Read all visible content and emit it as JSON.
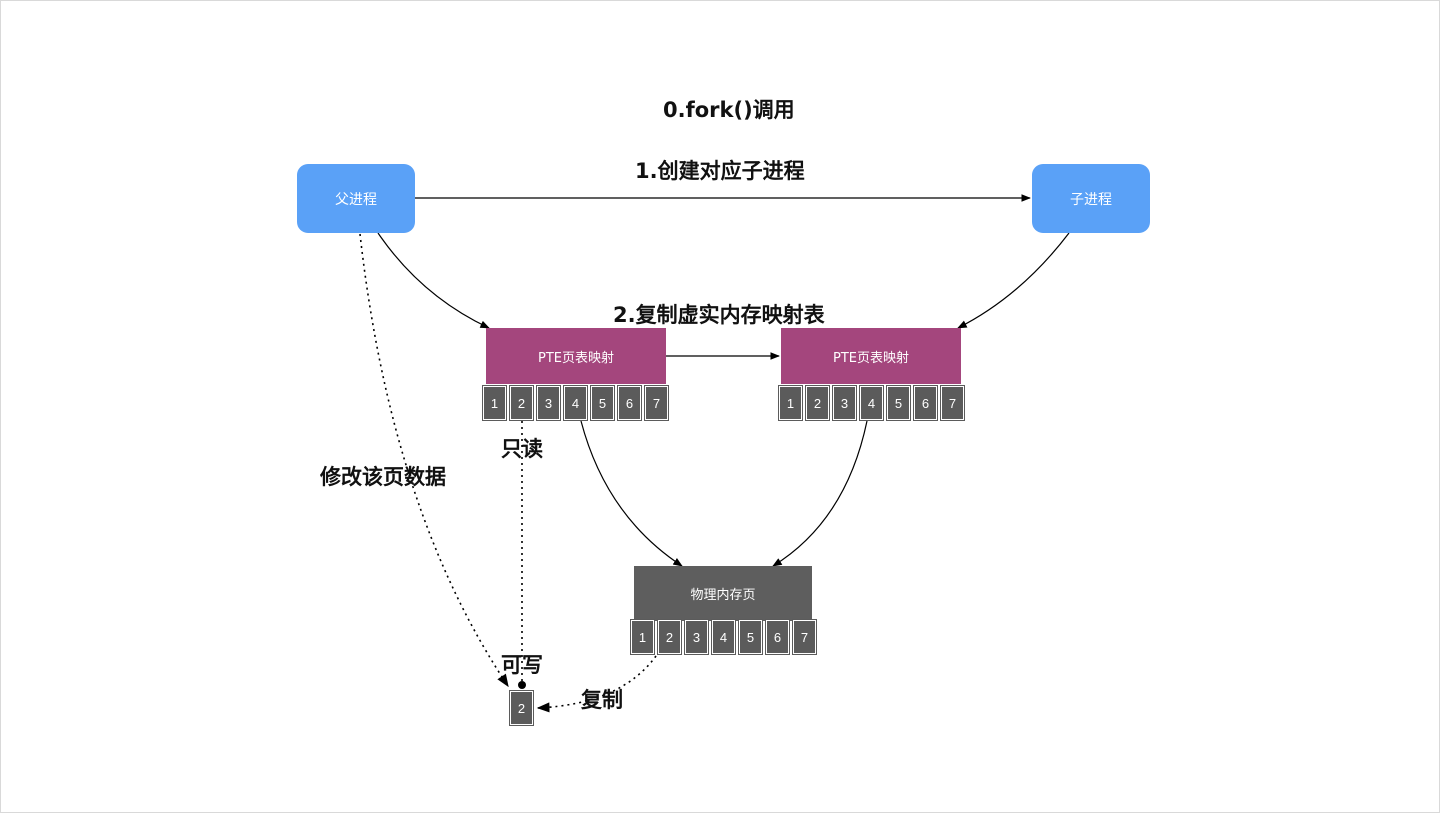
{
  "title": "0.fork()调用",
  "labels": {
    "create_child": "1.创建对应子进程",
    "copy_table": "2.复制虚实内存映射表",
    "readonly": "只读",
    "modify": "修改该页数据",
    "writable": "可写",
    "copy": "复制"
  },
  "nodes": {
    "parent": "父进程",
    "child": "子进程",
    "pte_parent": "PTE页表映射",
    "pte_child": "PTE页表映射",
    "physical": "物理内存页"
  },
  "pte_parent_cells": [
    "1",
    "2",
    "3",
    "4",
    "5",
    "6",
    "7"
  ],
  "pte_child_cells": [
    "1",
    "2",
    "3",
    "4",
    "5",
    "6",
    "7"
  ],
  "physical_cells": [
    "1",
    "2",
    "3",
    "4",
    "5",
    "6",
    "7"
  ],
  "copied_page": "2",
  "colors": {
    "process": "#5aa1f7",
    "pte": "#a4467d",
    "physical": "#5e5e5e",
    "cell": "#5b5b5b"
  }
}
